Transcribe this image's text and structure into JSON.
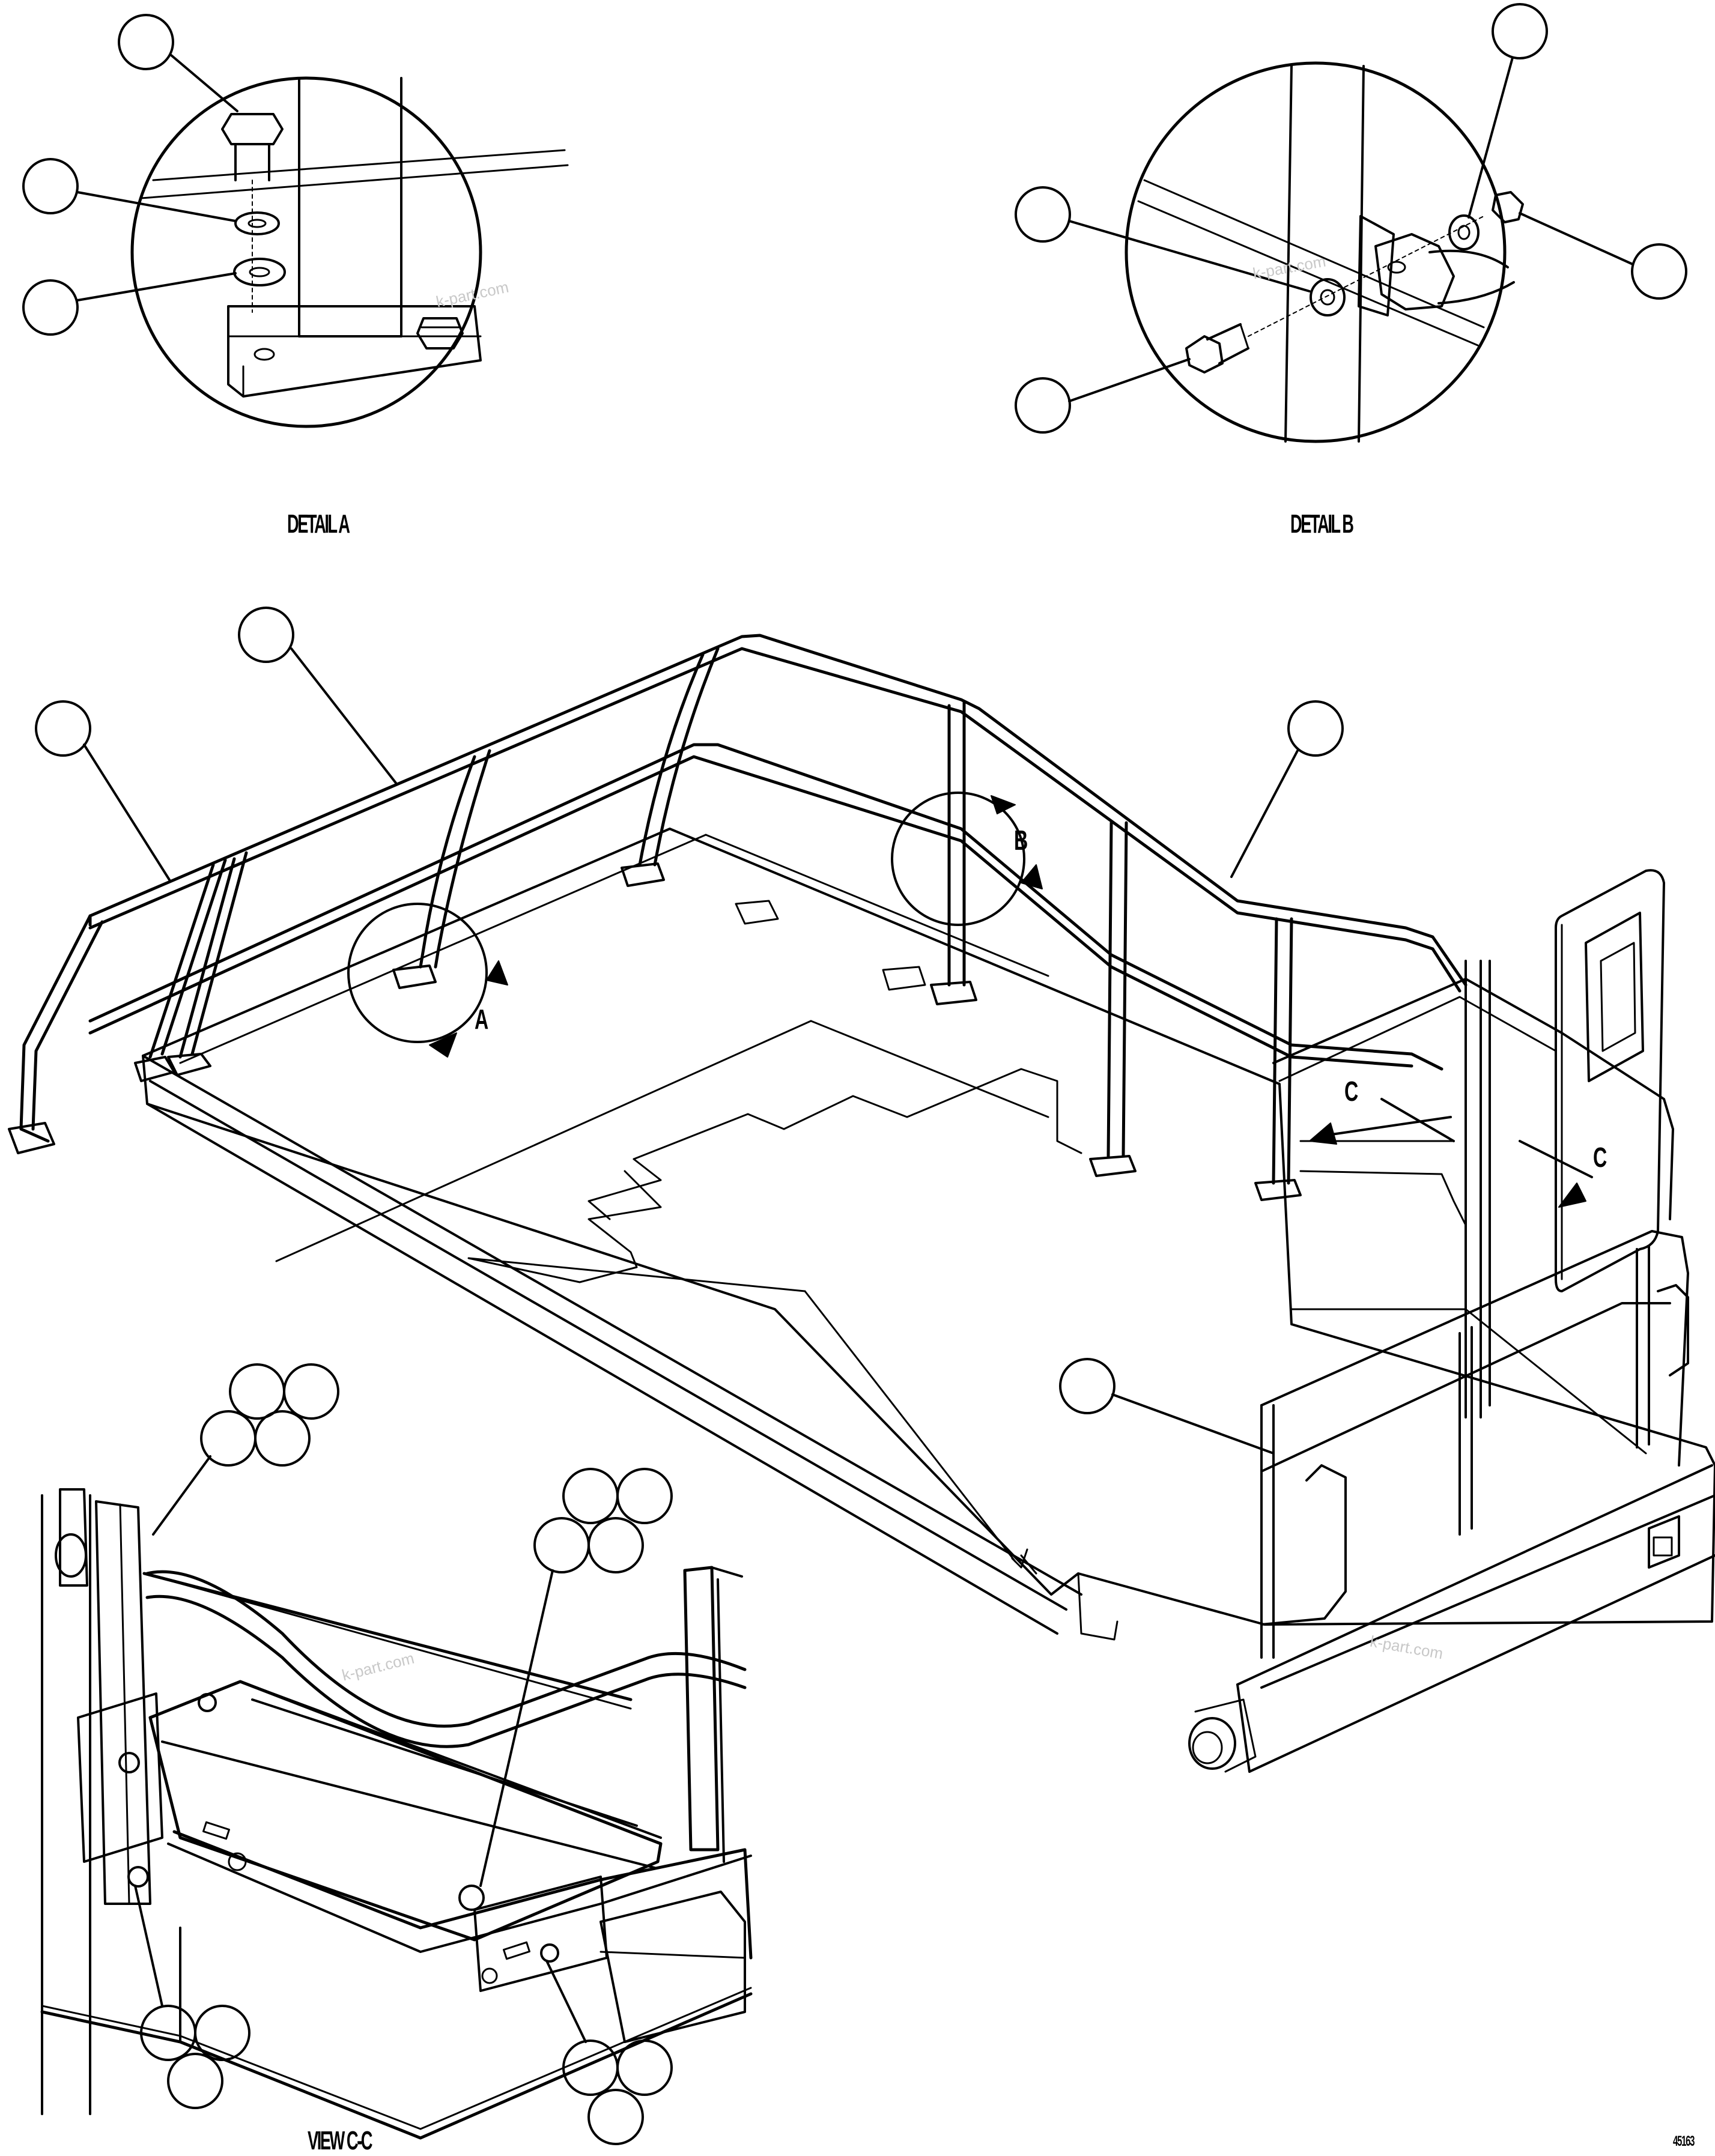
{
  "labels": {
    "detail_a": "DETAIL A",
    "detail_b": "DETAIL B",
    "view_cc": "VIEW C-C",
    "drawing_number": "45163"
  },
  "markers": {
    "a": "A",
    "b": "B",
    "c1": "C",
    "c2": "C"
  },
  "watermark": "k-part.com"
}
